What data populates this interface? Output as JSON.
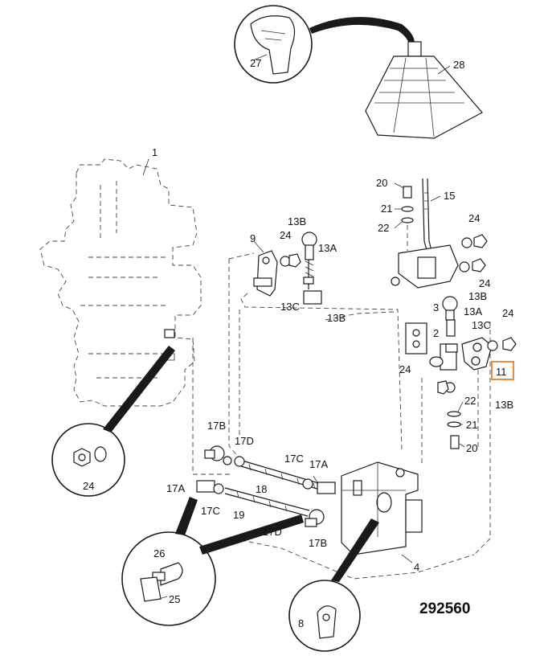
{
  "drawing_number": "292560",
  "highlight_color": "#f08a3c",
  "labels": {
    "p1": "1",
    "p2": "2",
    "p3": "3",
    "p4": "4",
    "p8": "8",
    "p9": "9",
    "p11": "11",
    "p13A_a": "13A",
    "p13A_b": "13A",
    "p13B_a": "13B",
    "p13B_b": "13B",
    "p13B_c": "13B",
    "p13B_d": "13B",
    "p13C_a": "13C",
    "p13C_b": "13C",
    "p15": "15",
    "p17A_a": "17A",
    "p17A_b": "17A",
    "p17B_a": "17B",
    "p17B_b": "17B",
    "p17C_a": "17C",
    "p17C_b": "17C",
    "p17D_a": "17D",
    "p17D_b": "17D",
    "p18": "18",
    "p19": "19",
    "p20_a": "20",
    "p20_b": "20",
    "p21_a": "21",
    "p21_b": "21",
    "p22_a": "22",
    "p22_b": "22",
    "p24_a": "24",
    "p24_b": "24",
    "p24_c": "24",
    "p24_d": "24",
    "p24_e": "24",
    "p24_f": "24",
    "p25": "25",
    "p26": "26",
    "p27": "27",
    "p28": "28"
  }
}
